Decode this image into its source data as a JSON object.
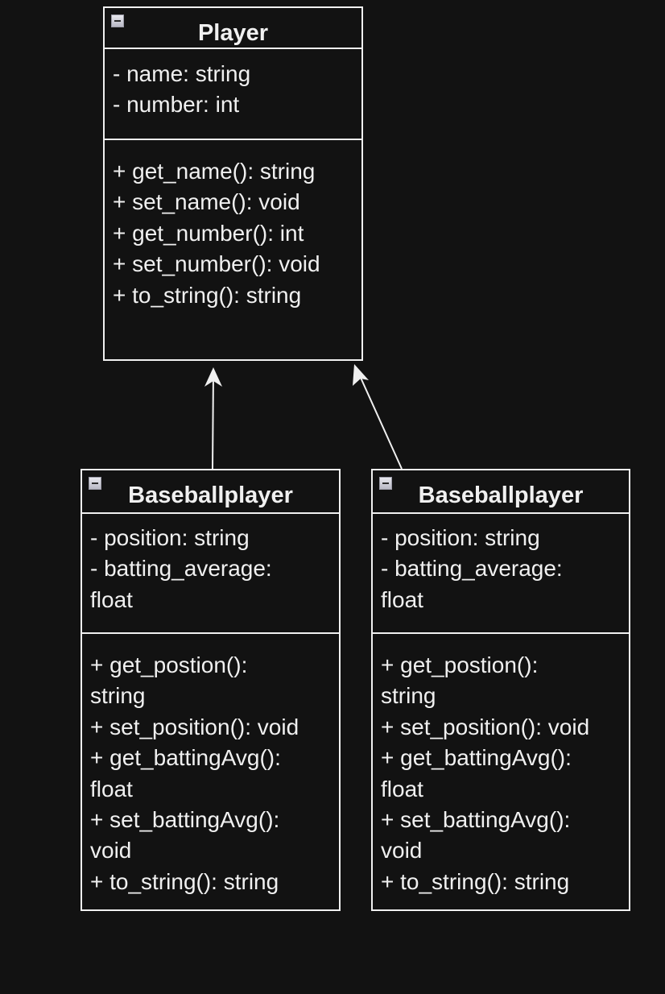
{
  "colors": {
    "background": "#121212",
    "stroke": "#f0f0f0",
    "text": "#f0f0f0"
  },
  "classes": [
    {
      "name": "Player",
      "attributes": [
        "- name: string",
        "- number: int"
      ],
      "methods": [
        "+ get_name(): string",
        "+ set_name(): void",
        "+ get_number(): int",
        "+ set_number(): void",
        "+ to_string(): string"
      ]
    },
    {
      "name": "Baseballplayer",
      "attributes": [
        "- position: string",
        "- batting_average:",
        "float"
      ],
      "methods": [
        "+ get_postion():",
        "string",
        "+ set_position(): void",
        "+ get_battingAvg():",
        "float",
        "+ set_battingAvg():",
        "void",
        "+ to_string(): string"
      ]
    },
    {
      "name": "Baseballplayer",
      "attributes": [
        "- position: string",
        "- batting_average:",
        "float"
      ],
      "methods": [
        "+ get_postion():",
        "string",
        "+ set_position(): void",
        "+ get_battingAvg():",
        "float",
        "+ set_battingAvg():",
        "void",
        "+ to_string(): string"
      ]
    }
  ],
  "relationships": [
    {
      "type": "inheritance",
      "from": "Baseballplayer",
      "to": "Player"
    },
    {
      "type": "inheritance",
      "from": "Baseballplayer",
      "to": "Player"
    }
  ]
}
